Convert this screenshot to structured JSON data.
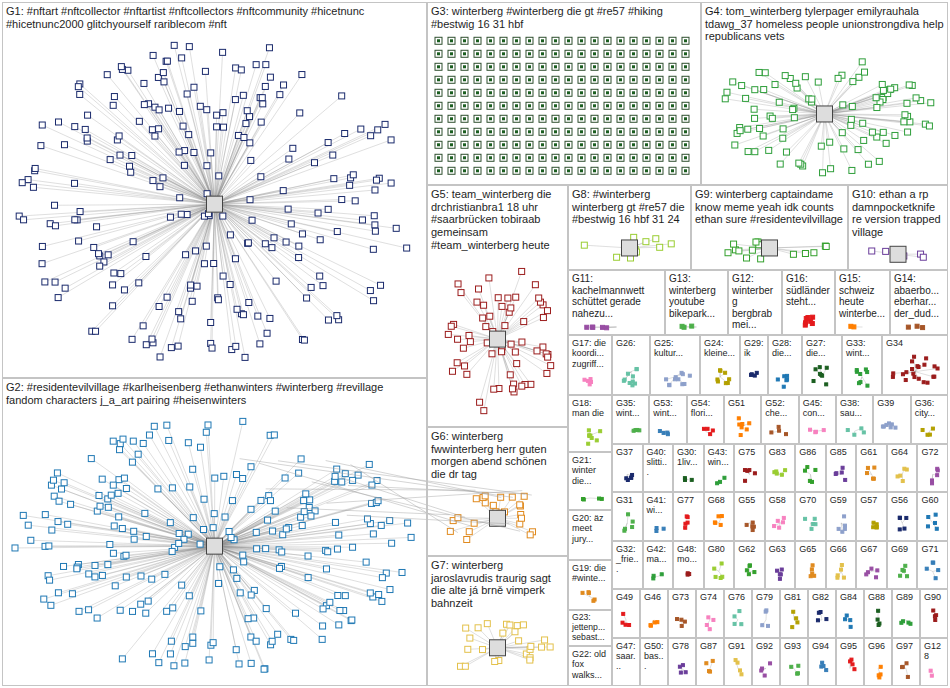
{
  "diagram": {
    "nodes": [
      {
        "text": [
          "G1: #nftart #nftcollector #nftartist #nftcollectors #nftcommunity #hicetnunc #hicetnunc2000 glitchyourself rariblecom #nft"
        ]
      },
      {
        "text": [
          "G2: #residentevilvillage #karlheisenberg #ethanwinters #winterberg #revillage fandom characters j_a_art pairing #heisenwinters"
        ]
      },
      {
        "text": [
          "G3: winterberg #winterberg die gt #re57 #hiking #bestwig 16 31 hbf"
        ]
      },
      {
        "text": [
          "G4: tom_winterberg tylerpager emilyrauhala tdawg_37 homeless people unionstrongdiva help republicans vets"
        ]
      },
      {
        "text": [
          "G5: team_winterberg die drchristianbra1 18 uhr #saarbrücken tobiraab gemeinsam #team_winterberg heute"
        ]
      },
      {
        "text": [
          "G8: #winterberg winterberg gt #re57 die #bestwig 16 hbf 31 24"
        ]
      },
      {
        "text": [
          "G9: winterberg captaindame know meme yeah idk counts ethan sure #residentevilvillage"
        ]
      },
      {
        "text": [
          "G10: ethan a rp damnpocketknife re version trapped village"
        ]
      },
      {
        "text": [
          "G6: winterberg fwwinterberg herr guten morgen abend schönen die dr tag"
        ]
      },
      {
        "text": [
          "G7: winterberg jaroslavrudis traurig sagt die alte já brně vimperk bahnzeit"
        ]
      },
      {
        "text": [
          "G11: kachelmannwett schüttet gerade nahezu..."
        ]
      },
      {
        "text": [
          "G13: winterberg youtube bikepark..."
        ]
      },
      {
        "text": [
          "G12: winterberg bergbrab mei..."
        ]
      },
      {
        "text": [
          "G16: südländer steht..."
        ]
      },
      {
        "text": [
          "G15: schweiz heute winterbe..."
        ]
      },
      {
        "text": [
          "G14: abaerbo... eberhar... der_dud..."
        ]
      },
      {
        "text": [
          "G17: die koordi... zugriff..."
        ]
      },
      {
        "text": [
          "G26:"
        ]
      },
      {
        "text": [
          "G25: kultur..."
        ]
      },
      {
        "text": [
          "G24: kleine..."
        ]
      },
      {
        "text": [
          "G29: ik"
        ]
      },
      {
        "text": [
          "G28: die..."
        ]
      },
      {
        "text": [
          "G27: die..."
        ]
      },
      {
        "text": [
          "G33: wint..."
        ]
      },
      {
        "text": [
          "G34"
        ]
      },
      {
        "text": [
          "G18: man die"
        ]
      },
      {
        "text": [
          "G21: winter die..."
        ]
      },
      {
        "text": [
          "G20: äz meet jury..."
        ]
      },
      {
        "text": [
          "G19: die #winte..."
        ]
      },
      {
        "text": [
          "G23: jettenp... sebast..."
        ]
      },
      {
        "text": [
          "G22: old fox walks..."
        ]
      },
      {
        "text": [
          "G35: wint..."
        ]
      },
      {
        "text": [
          "G53: wint..."
        ]
      },
      {
        "text": [
          "G54: flori..."
        ]
      },
      {
        "text": [
          "G51"
        ]
      },
      {
        "text": [
          "G52: che..."
        ]
      },
      {
        "text": [
          "G45: con..."
        ]
      },
      {
        "text": [
          "G38: sau..."
        ]
      },
      {
        "text": [
          "G39"
        ]
      },
      {
        "text": [
          "G36: city..."
        ]
      },
      {
        "text": [
          "G37"
        ]
      },
      {
        "text": [
          "G40: slitti..."
        ]
      },
      {
        "text": [
          "G30: 1liv..."
        ]
      },
      {
        "text": [
          "G43: win..."
        ]
      },
      {
        "text": [
          "G75"
        ]
      },
      {
        "text": [
          "G83"
        ]
      },
      {
        "text": [
          "G86"
        ]
      },
      {
        "text": [
          "G85"
        ]
      },
      {
        "text": [
          "G61"
        ]
      },
      {
        "text": [
          "G64"
        ]
      },
      {
        "text": [
          "G72"
        ]
      },
      {
        "text": [
          "G31"
        ]
      },
      {
        "text": [
          "G41: wi..."
        ]
      },
      {
        "text": [
          "G77"
        ]
      },
      {
        "text": [
          "G68"
        ]
      },
      {
        "text": [
          "G55"
        ]
      },
      {
        "text": [
          "G58"
        ]
      },
      {
        "text": [
          "G70"
        ]
      },
      {
        "text": [
          "G59"
        ]
      },
      {
        "text": [
          "G57"
        ]
      },
      {
        "text": [
          "G56"
        ]
      },
      {
        "text": [
          "G60"
        ]
      },
      {
        "text": [
          "G32: _frie..."
        ]
      },
      {
        "text": [
          "G42: ma..."
        ]
      },
      {
        "text": [
          "G48: mo..."
        ]
      },
      {
        "text": [
          "G80"
        ]
      },
      {
        "text": [
          "G62"
        ]
      },
      {
        "text": [
          "G63"
        ]
      },
      {
        "text": [
          "G65"
        ]
      },
      {
        "text": [
          "G66"
        ]
      },
      {
        "text": [
          "G67"
        ]
      },
      {
        "text": [
          "G69"
        ]
      },
      {
        "text": [
          "G71"
        ]
      },
      {
        "text": [
          "G49"
        ]
      },
      {
        "text": [
          "G46"
        ]
      },
      {
        "text": [
          "G73"
        ]
      },
      {
        "text": [
          "G74"
        ]
      },
      {
        "text": [
          "G76"
        ]
      },
      {
        "text": [
          "G79"
        ]
      },
      {
        "text": [
          "G81"
        ]
      },
      {
        "text": [
          "G82"
        ]
      },
      {
        "text": [
          "G84"
        ]
      },
      {
        "text": [
          "G88"
        ]
      },
      {
        "text": [
          "G89"
        ]
      },
      {
        "text": [
          "G90"
        ]
      },
      {
        "text": [
          "G47: saar..."
        ]
      },
      {
        "text": [
          "G50: bas..."
        ]
      },
      {
        "text": [
          "G78"
        ]
      },
      {
        "text": [
          "G87"
        ]
      },
      {
        "text": [
          "G91"
        ]
      },
      {
        "text": [
          "G92"
        ]
      },
      {
        "text": [
          "G93"
        ]
      },
      {
        "text": [
          "G94"
        ]
      },
      {
        "text": [
          "G95"
        ]
      },
      {
        "text": [
          "G96"
        ]
      },
      {
        "text": [
          "G97"
        ]
      },
      {
        "text": [
          "G128"
        ]
      }
    ]
  }
}
